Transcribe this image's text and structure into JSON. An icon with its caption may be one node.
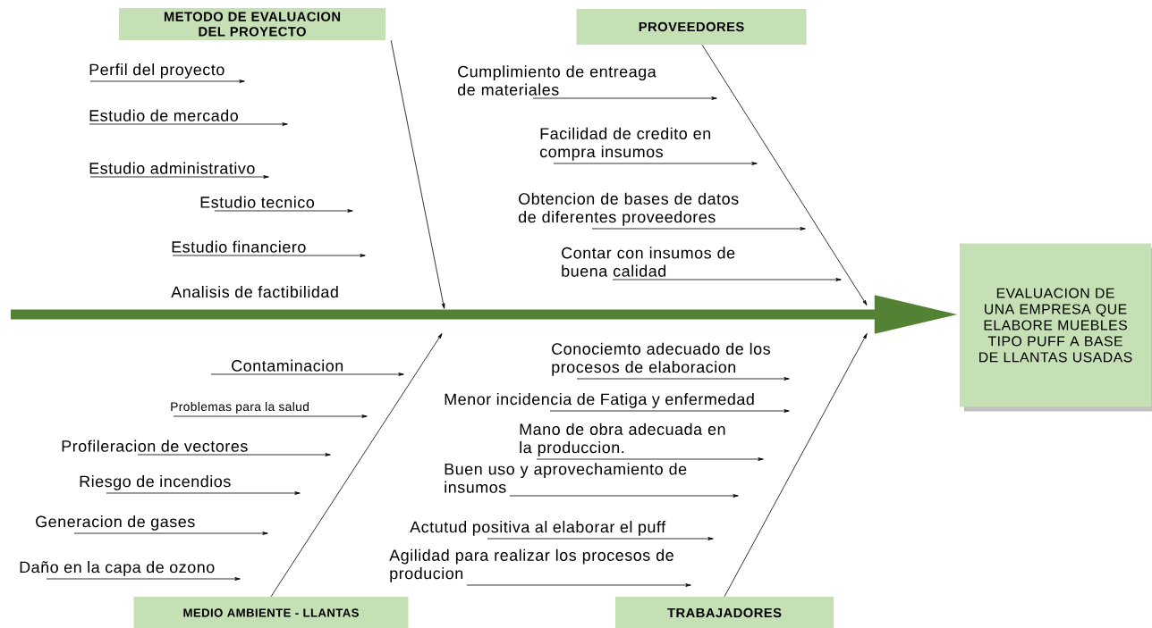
{
  "diagram": {
    "nodes": [
      {
        "text": [
          "METODO DE EVALUACION DEL PROYECTO"
        ]
      },
      {
        "text": [
          "PROVEEDORES"
        ]
      },
      {
        "text": [
          "EVALUACION DE UNA EMPRESA QUE ELABORE MUEBLES TIPO PUFF A BASE DE LLANTAS USADAS"
        ]
      },
      {
        "text": [
          "MEDIO AMBIENTE - LLANTAS"
        ]
      },
      {
        "text": [
          "TRABAJADORES"
        ]
      },
      {
        "text": [
          "Perfil del proyecto"
        ]
      },
      {
        "text": [
          "Estudio de mercado"
        ]
      },
      {
        "text": [
          "Estudio administrativo"
        ]
      },
      {
        "text": [
          "Estudio tecnico"
        ]
      },
      {
        "text": [
          "Estudio financiero"
        ]
      },
      {
        "text": [
          "Cumplimiento de entreaga de materiales"
        ]
      },
      {
        "text": [
          "Facilidad de credito en compra insumos"
        ]
      },
      {
        "text": [
          "Obtencion de bases de datos de diferentes proveedores"
        ]
      },
      {
        "text": [
          "Contar con insumos de buena calidad"
        ]
      },
      {
        "text": [
          "Contaminacion"
        ]
      },
      {
        "text": [
          "Problemas para la salud"
        ]
      },
      {
        "text": [
          "Profileracion de vectores"
        ]
      },
      {
        "text": [
          "Riesgo de incendios"
        ]
      },
      {
        "text": [
          "Generacion de gases"
        ]
      },
      {
        "text": [
          "Daño en la capa de ozono"
        ]
      },
      {
        "text": [
          "Conociemto adecuado de los procesos de elaboracion"
        ]
      },
      {
        "text": [
          "Menor incidencia de Fatiga y enfermedad"
        ]
      },
      {
        "text": [
          "Mano de obra adecuada en la produccion."
        ]
      },
      {
        "text": [
          "Buen uso y aprovechamiento de insumos"
        ]
      },
      {
        "text": [
          "Actutud positiva al elaborar el puff"
        ]
      },
      {
        "text": [
          "Agilidad para realizar los procesos de producion"
        ]
      }
    ],
    "edges": [
      {
        "from": null,
        "to": 2,
        "arrow": "to",
        "style": "thick",
        "color": "#548235"
      },
      {
        "from": 0,
        "to": null,
        "arrow": "to"
      },
      {
        "from": 1,
        "to": null,
        "arrow": "to"
      },
      {
        "from": 3,
        "to": null,
        "arrow": "to"
      },
      {
        "from": 4,
        "to": null,
        "arrow": "to"
      },
      {
        "from": 5,
        "to": null,
        "arrow": "to"
      },
      {
        "from": 6,
        "to": null,
        "arrow": "to"
      },
      {
        "from": 7,
        "to": null,
        "arrow": "to"
      },
      {
        "from": 8,
        "to": null,
        "arrow": "to"
      },
      {
        "from": 9,
        "to": null,
        "arrow": "to"
      },
      {
        "from": 10,
        "to": null,
        "arrow": "to"
      },
      {
        "from": 11,
        "to": null,
        "arrow": "to"
      },
      {
        "from": 12,
        "to": null,
        "arrow": "to"
      },
      {
        "from": 13,
        "to": null,
        "arrow": "to"
      },
      {
        "from": 14,
        "to": null,
        "arrow": "to"
      },
      {
        "from": 15,
        "to": null,
        "arrow": "to"
      },
      {
        "from": 16,
        "to": null,
        "arrow": "to"
      },
      {
        "from": 17,
        "to": null,
        "arrow": "to"
      },
      {
        "from": 18,
        "to": null,
        "arrow": "to"
      },
      {
        "from": 19,
        "to": null,
        "arrow": "to"
      },
      {
        "from": 20,
        "to": null,
        "arrow": "to"
      },
      {
        "from": 21,
        "to": null,
        "arrow": "to"
      },
      {
        "from": 22,
        "to": null,
        "arrow": "to"
      },
      {
        "from": 23,
        "to": null,
        "arrow": "to"
      },
      {
        "from": 24,
        "to": null,
        "arrow": "to"
      },
      {
        "from": 25,
        "to": null,
        "arrow": "to"
      }
    ],
    "labels": [
      "Analisis de factibilidad"
    ]
  }
}
